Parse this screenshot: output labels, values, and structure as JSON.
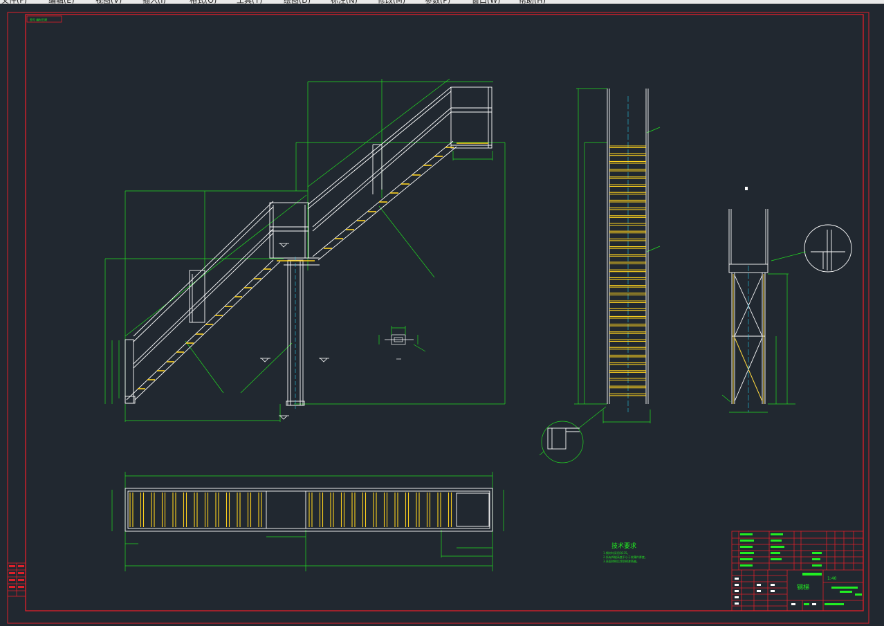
{
  "menu": [
    "文件(F)",
    "编辑(E)",
    "视图(V)",
    "插入(I)",
    "格式(O)",
    "工具(T)",
    "绘图(D)",
    "标注(N)",
    "修改(M)",
    "参数(P)",
    "窗口(W)",
    "帮助(H)"
  ],
  "colors": {
    "background": "#212830",
    "frame": "#e0202a",
    "dimension": "#22dd22",
    "geometry": "#ffffff",
    "tread": "#ffd21e",
    "centerline": "#27c7e8"
  },
  "drawing": {
    "frame_label": "图号 编制日期",
    "notes_title": "技术要求",
    "notes": [
      "1.钢材均采用Q235。",
      "2.所有焊缝高度不小于较薄件厚度。",
      "3.表面除锈后涂防锈漆两遍。"
    ],
    "title_block": {
      "scale": "1:40",
      "name": "钢梯"
    }
  }
}
